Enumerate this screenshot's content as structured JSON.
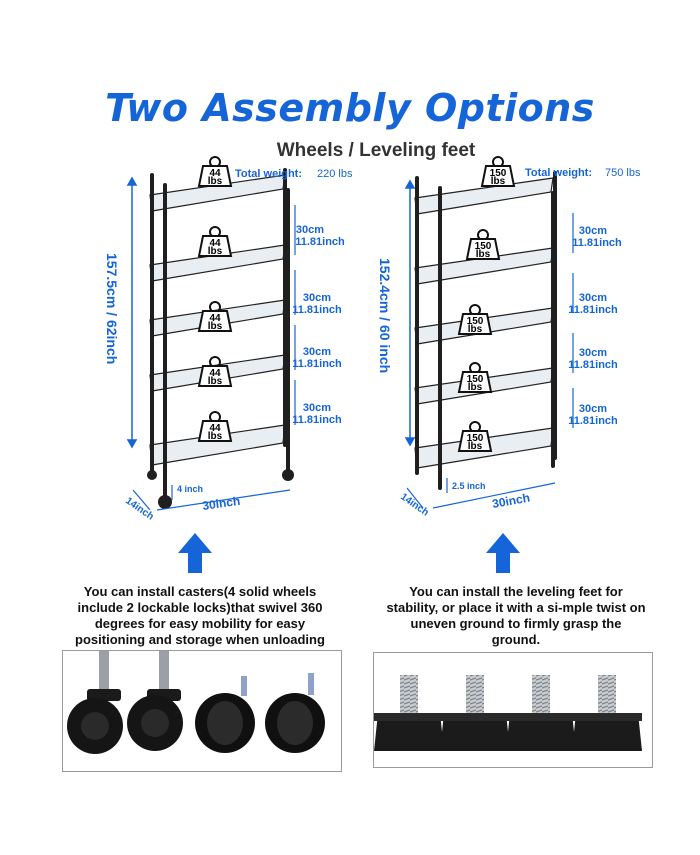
{
  "title": "Two Assembly Options",
  "subtitle": "Wheels / Leveling feet",
  "colors": {
    "accent": "#1565d8",
    "frame": "#1f1f1f",
    "shelf": "#e9eef2"
  },
  "left_rack": {
    "load": [
      "44",
      "lbs"
    ],
    "total_label": "Total weight:",
    "total_value": "220 lbs",
    "height": "157.5cm / 62inch",
    "spacing": [
      "30cm",
      "11.81inch"
    ],
    "base_height": "4 inch",
    "depth": "14inch",
    "width": "30inch"
  },
  "right_rack": {
    "load": [
      "150",
      "lbs"
    ],
    "total_label": "Total weight:",
    "total_value": "750 lbs",
    "height": "152.4cm / 60 inch",
    "spacing": [
      "30cm",
      "11.81inch"
    ],
    "base_height": "2.5 inch",
    "depth": "14inch",
    "width": "30inch"
  },
  "left_description": "You can install casters(4 solid wheels include 2 lockable locks)that swivel 360 degrees for easy mobility for easy positioning and storage when unloading",
  "right_description": "You can install the leveling feet for stability, or place it with a si-mple twist on uneven ground to firmly grasp the ground."
}
